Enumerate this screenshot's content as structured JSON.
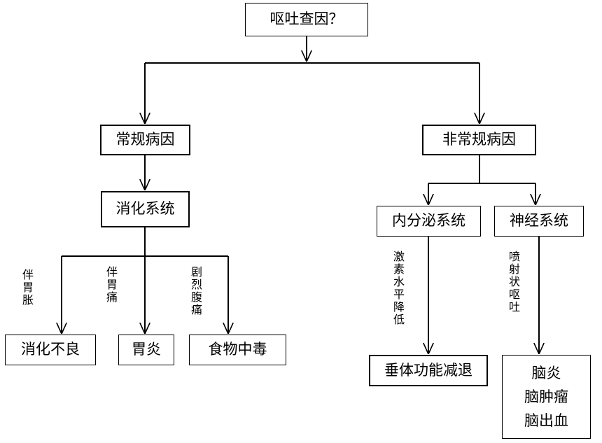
{
  "nodes": {
    "root": "呕吐查因？",
    "common": "常规病因",
    "uncommon": "非常规病因",
    "digestive": "消化系统",
    "endocrine": "内分泌系统",
    "neuro": "神经系统",
    "dyspepsia": "消化不良",
    "gastritis": "胃炎",
    "food_poisoning": "食物中毒",
    "hypopituitarism": "垂体功能减退",
    "neuro_results": [
      "脑炎",
      "脑肿瘤",
      "脑出血"
    ]
  },
  "edge_labels": {
    "distension": [
      "伴",
      "胃",
      "胀"
    ],
    "stomach_pain": [
      "伴",
      "胃",
      "痛"
    ],
    "abdominal_pain": [
      "剧",
      "烈",
      "腹",
      "痛"
    ],
    "hormone": [
      "激",
      "素",
      "水",
      "平",
      "降",
      "低"
    ],
    "projectile": [
      "喷",
      "射",
      "状",
      "呕",
      "吐"
    ]
  }
}
